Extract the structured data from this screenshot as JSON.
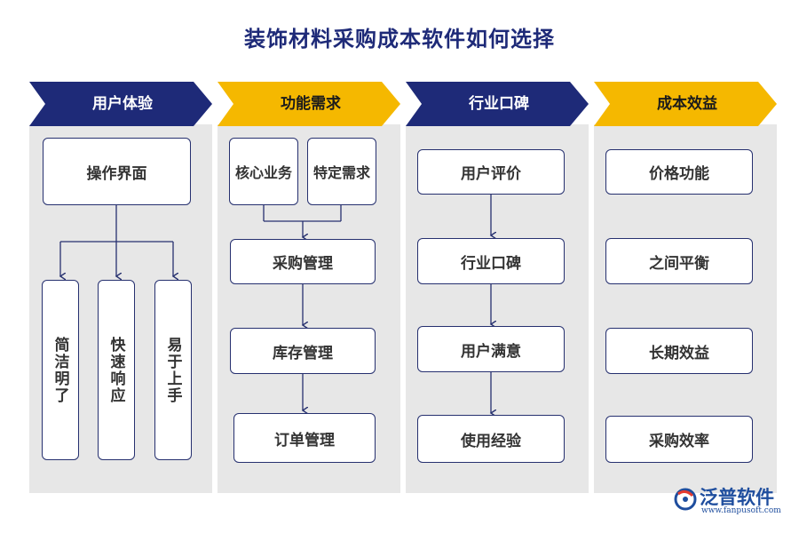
{
  "title": "装饰材料采购成本软件如何选择",
  "colors": {
    "navy": "#1e2a78",
    "gold": "#f5b800",
    "panel": "#e7e7e7",
    "border": "#26306f"
  },
  "columns": [
    {
      "header": "用户体验",
      "top_box": "操作界面",
      "sub_items": [
        "简洁明了",
        "快速响应",
        "易于上手"
      ]
    },
    {
      "header": "功能需求",
      "top_pair": [
        "核心业务",
        "特定需求"
      ],
      "chain": [
        "采购管理",
        "库存管理",
        "订单管理"
      ]
    },
    {
      "header": "行业口碑",
      "chain": [
        "用户评价",
        "行业口碑",
        "用户满意",
        "使用经验"
      ]
    },
    {
      "header": "成本效益",
      "items": [
        "价格功能",
        "之间平衡",
        "长期效益",
        "采购效率"
      ]
    }
  ],
  "logo": {
    "name": "泛普软件",
    "url": "www.fanpusoft.com",
    "icon": "logo-swirl-icon"
  }
}
